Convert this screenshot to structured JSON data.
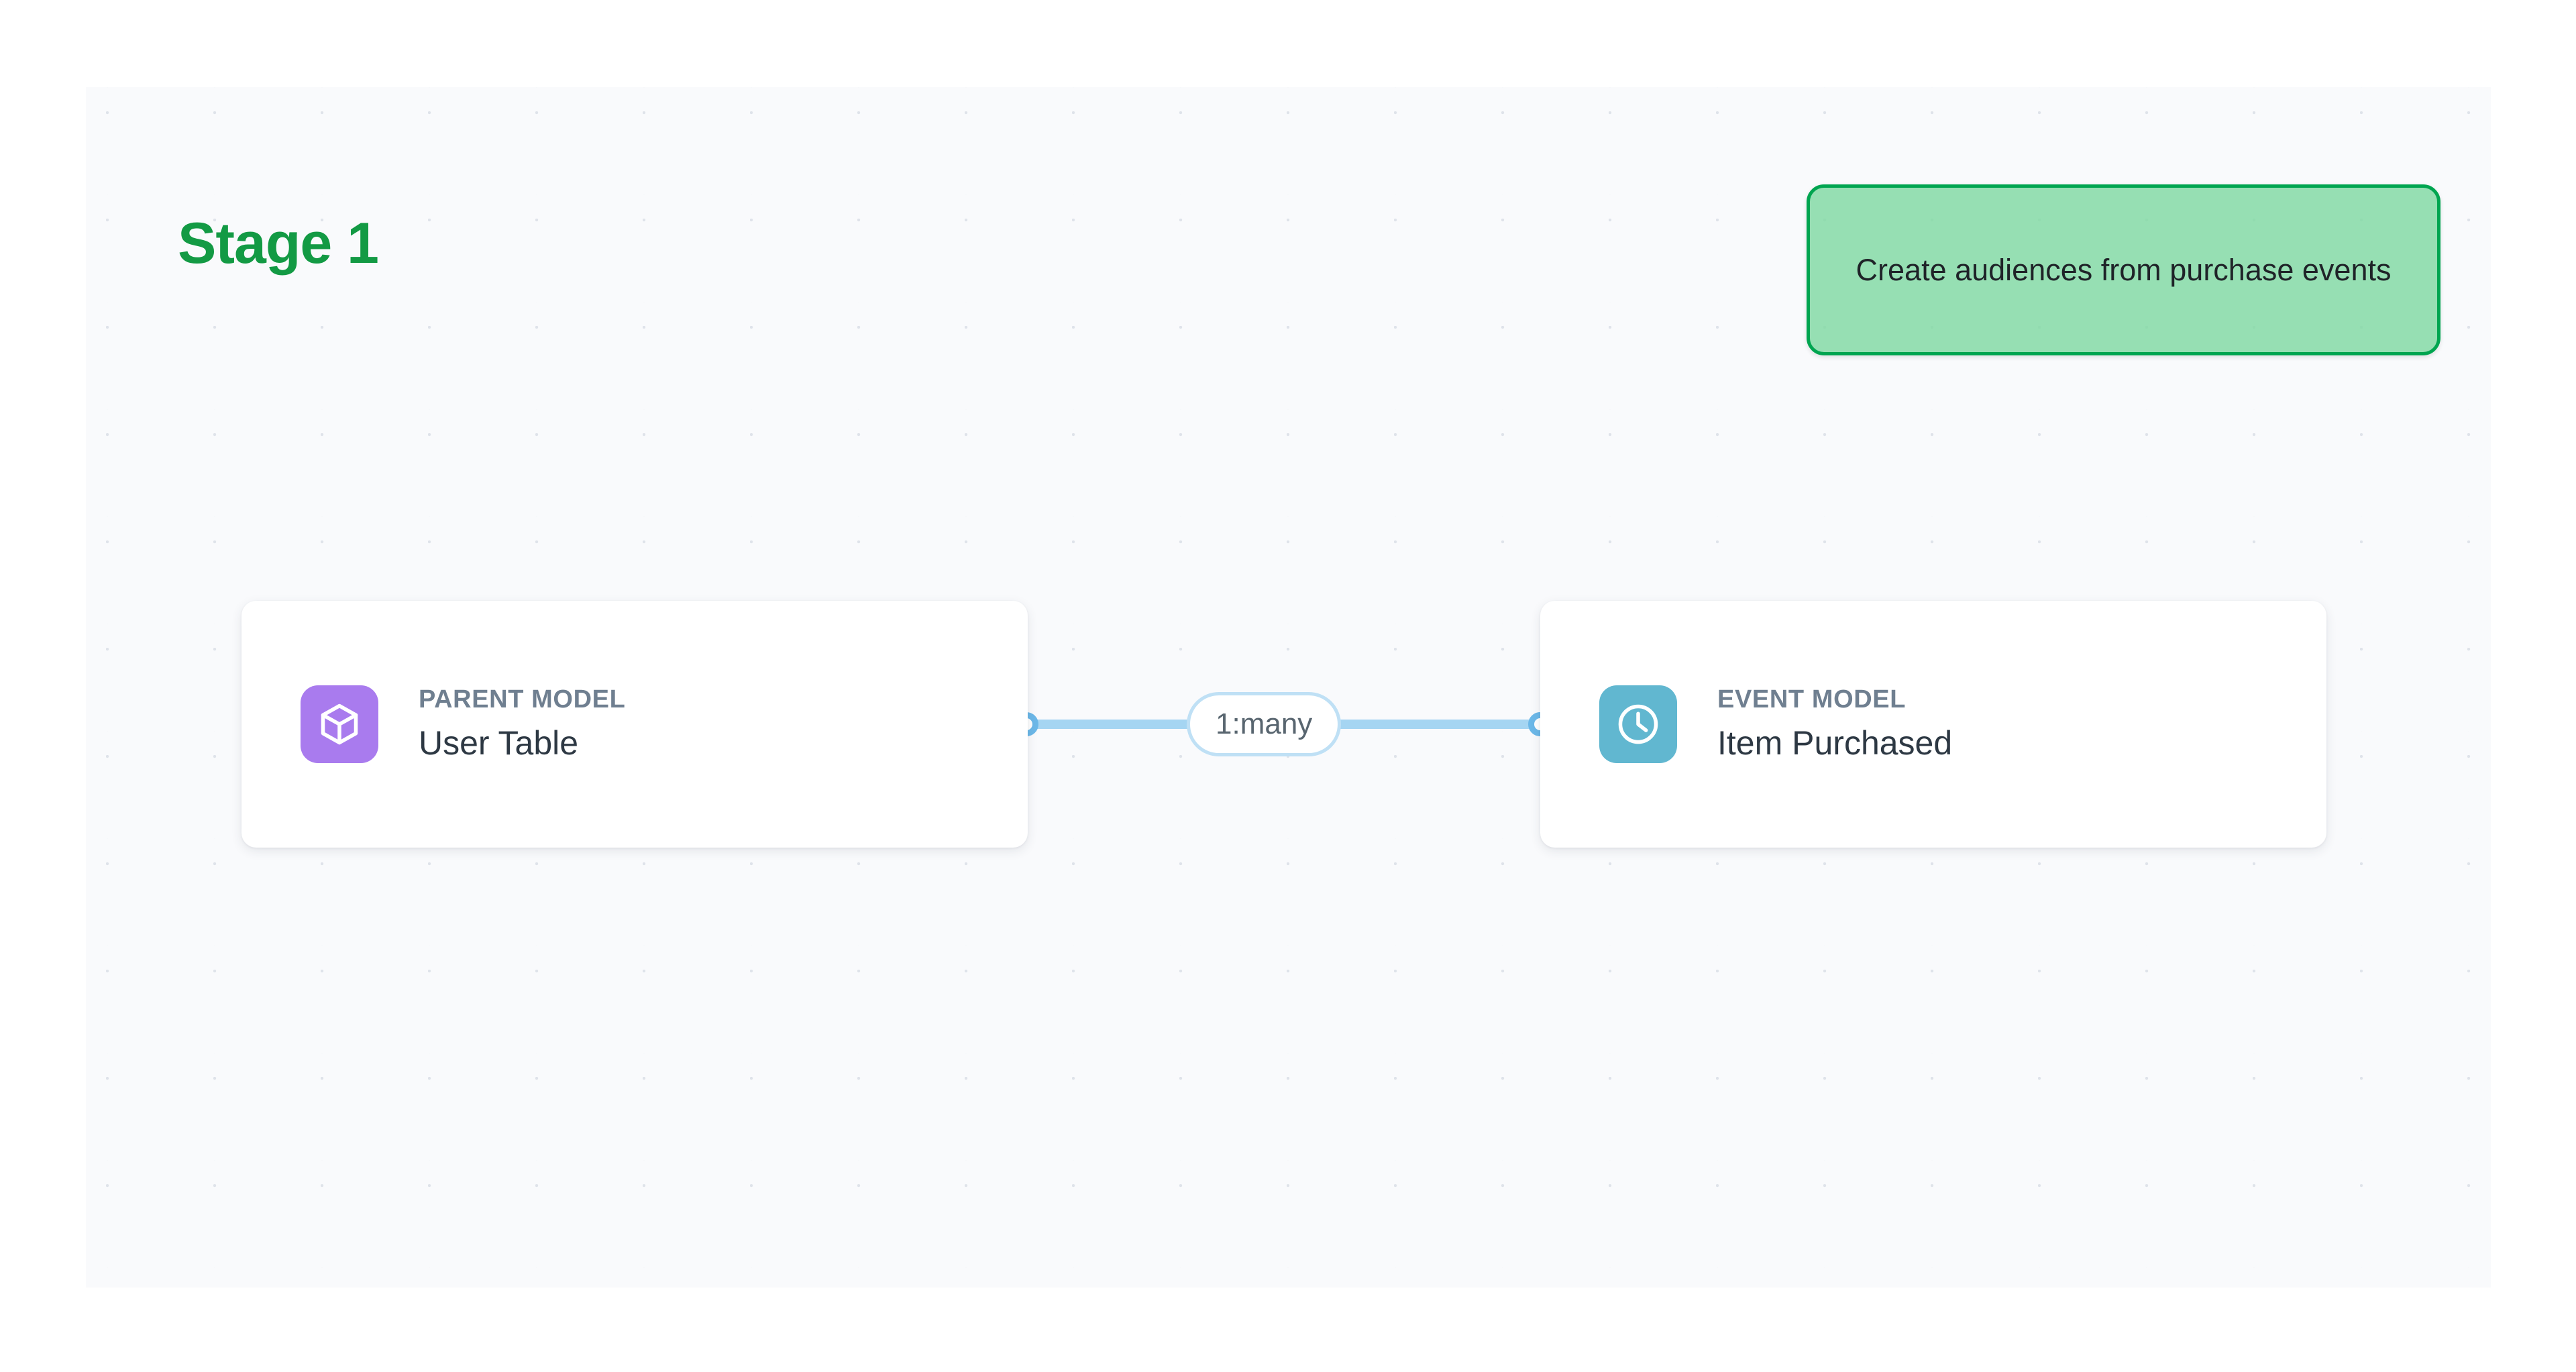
{
  "canvas": {
    "background_color": "#f9fafc",
    "dot_color": "#dfe3ea"
  },
  "stage": {
    "title": "Stage 1",
    "color": "#139a44"
  },
  "callout": {
    "text": "Create audiences from purchase events",
    "fill_color": "#93ddb0",
    "border_color": "#00a550"
  },
  "nodes": [
    {
      "kicker": "PARENT MODEL",
      "title": "User Table",
      "icon": "cube-icon",
      "icon_color": "#a97bee"
    },
    {
      "kicker": "EVENT MODEL",
      "title": "Item Purchased",
      "icon": "clock-icon",
      "icon_color": "#61b7d0"
    }
  ],
  "edge": {
    "label": "1:many",
    "line_color": "#a5d5f2",
    "handle_color": "#6cb8e8",
    "source": "User Table",
    "target": "Item Purchased"
  }
}
